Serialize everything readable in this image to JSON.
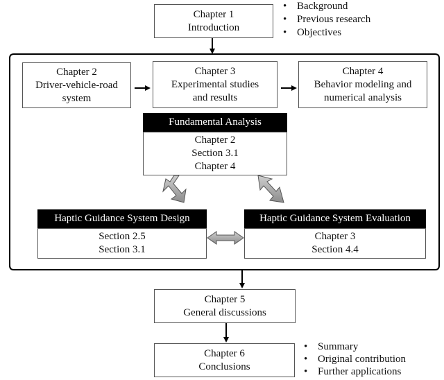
{
  "chapter1": {
    "title": "Chapter 1",
    "subtitle": "Introduction"
  },
  "chapter1_bullets": [
    "Background",
    "Previous research",
    "Objectives"
  ],
  "chapter2": {
    "title": "Chapter 2",
    "line1": "Driver-vehicle-road",
    "line2": "system"
  },
  "chapter3": {
    "title": "Chapter 3",
    "line1": "Experimental studies",
    "line2": "and results"
  },
  "chapter4": {
    "title": "Chapter 4",
    "line1": "Behavior modeling and",
    "line2": "numerical analysis"
  },
  "fundamental": {
    "header": "Fundamental Analysis",
    "lines": [
      "Chapter 2",
      "Section 3.1",
      "Chapter 4"
    ]
  },
  "design": {
    "header": "Haptic Guidance System Design",
    "lines": [
      "Section 2.5",
      "Section 3.1"
    ]
  },
  "evaluation": {
    "header": "Haptic Guidance System Evaluation",
    "lines": [
      "Chapter 3",
      "Section 4.4"
    ]
  },
  "chapter5": {
    "title": "Chapter 5",
    "subtitle": "General discussions"
  },
  "chapter6": {
    "title": "Chapter 6",
    "subtitle": "Conclusions"
  },
  "chapter6_bullets": [
    "Summary",
    "Original contribution",
    "Further applications"
  ]
}
